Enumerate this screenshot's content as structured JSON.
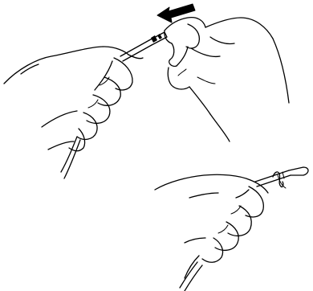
{
  "figure": {
    "panels": [
      {
        "id": "step-1",
        "content": "two-hands-sliding-cap-off-tube-direction-arrow"
      },
      {
        "id": "step-2",
        "content": "single-hand-holding-tube-with-tied-tip"
      }
    ],
    "arrow_direction": "left",
    "colors": {
      "line": "#000000",
      "background": "#ffffff",
      "arrow": "#000000"
    }
  }
}
